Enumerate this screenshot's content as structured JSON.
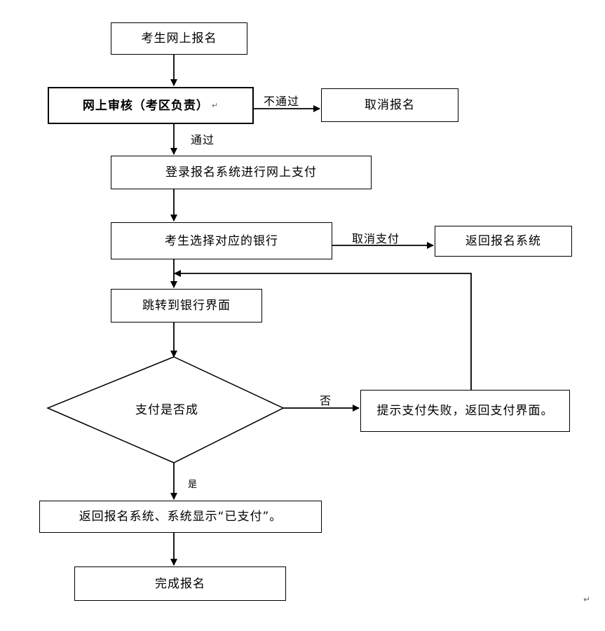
{
  "nodes": {
    "start": "考生网上报名",
    "review": "网上审核（考区负责）",
    "cancel_registration": "取消报名",
    "login_pay": "登录报名系统进行网上支付",
    "select_bank": "考生选择对应的银行",
    "return_system": "返回报名系统",
    "bank_page": "跳转到银行界面",
    "pay_decision": "支付是否成",
    "pay_failed": "提示支付失败，返回支付界面。",
    "paid": "返回报名系统、系统显示“已支付”。",
    "finish": "完成报名"
  },
  "edges": {
    "not_pass": "不通过",
    "pass": "通过",
    "cancel_pay": "取消支付",
    "no": "否",
    "yes": "是"
  },
  "marks": {
    "paragraph": "↵"
  }
}
